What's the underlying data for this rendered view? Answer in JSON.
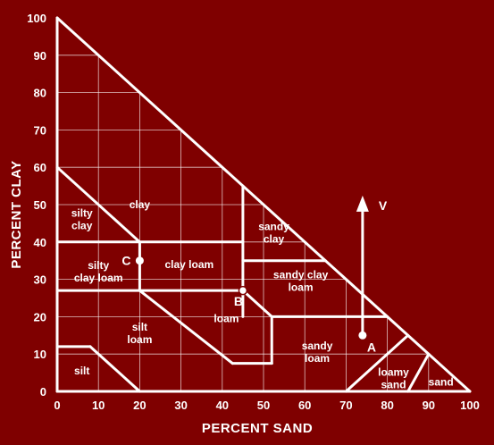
{
  "chart_data": {
    "type": "diagram",
    "xlabel": "PERCENT SAND",
    "ylabel": "PERCENT CLAY",
    "x_ticks": [
      "0",
      "10",
      "20",
      "30",
      "40",
      "50",
      "60",
      "70",
      "80",
      "90",
      "100"
    ],
    "y_ticks": [
      "0",
      "10",
      "20",
      "30",
      "40",
      "50",
      "60",
      "70",
      "80",
      "90",
      "100"
    ],
    "xlim": [
      0,
      100
    ],
    "ylim": [
      0,
      100
    ],
    "grid": true,
    "colors": {
      "background": "#7f0000",
      "lines": "#ffffff"
    },
    "regions": [
      {
        "id": "clay",
        "lines": [
          "clay"
        ]
      },
      {
        "id": "silty-clay",
        "lines": [
          "silty",
          "clay"
        ]
      },
      {
        "id": "sandy-clay",
        "lines": [
          "sandy",
          "clay"
        ]
      },
      {
        "id": "silty-clay-loam",
        "lines": [
          "silty",
          "clay loam"
        ]
      },
      {
        "id": "clay-loam",
        "lines": [
          "clay loam"
        ]
      },
      {
        "id": "sandy-clay-loam",
        "lines": [
          "sandy clay",
          "loam"
        ]
      },
      {
        "id": "loam",
        "lines": [
          "loam"
        ]
      },
      {
        "id": "silt-loam",
        "lines": [
          "silt",
          "loam"
        ]
      },
      {
        "id": "sandy-loam",
        "lines": [
          "sandy",
          "loam"
        ]
      },
      {
        "id": "silt",
        "lines": [
          "silt"
        ]
      },
      {
        "id": "loamy-sand",
        "lines": [
          "loamy",
          "sand"
        ]
      },
      {
        "id": "sand",
        "lines": [
          "sand"
        ]
      }
    ],
    "points": [
      {
        "label": "A",
        "sand": 74,
        "clay": 15
      },
      {
        "label": "B",
        "sand": 45,
        "clay": 27
      },
      {
        "label": "C",
        "sand": 20,
        "clay": 35
      }
    ],
    "arrow": {
      "label": "V",
      "sand": 74,
      "from_clay": 15,
      "to_clay": 51
    }
  }
}
